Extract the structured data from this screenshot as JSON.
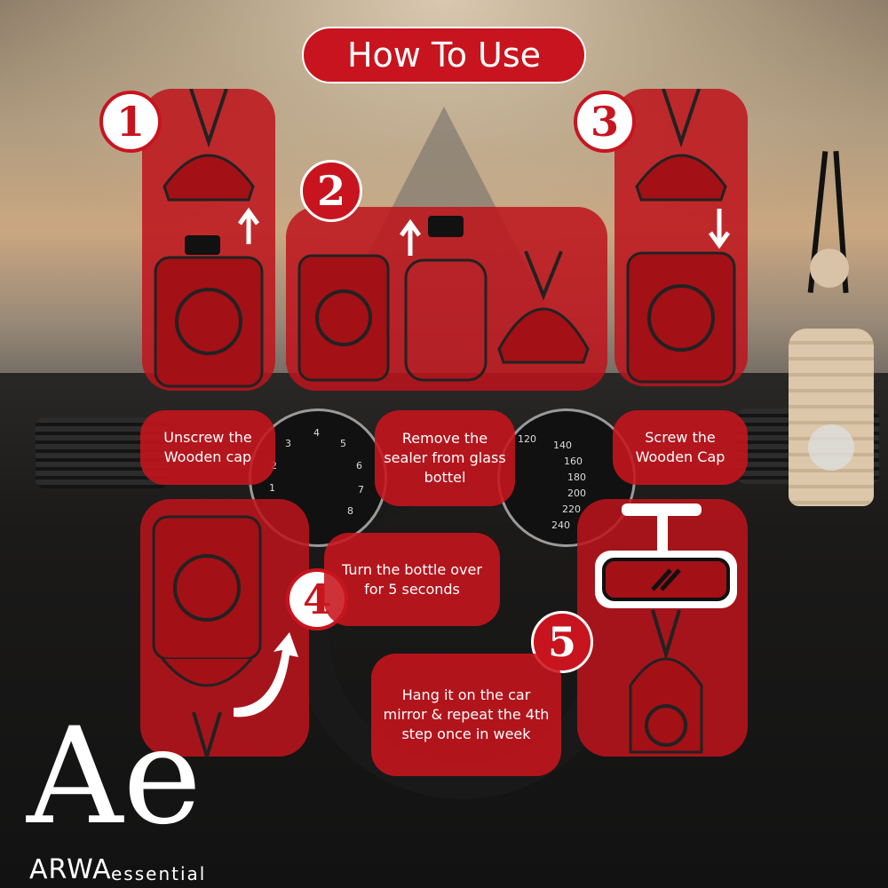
{
  "title": "How To Use",
  "steps": [
    {
      "number": "1",
      "text": "Unscrew the Wooden cap"
    },
    {
      "number": "2",
      "text": "Remove the sealer from glass bottel"
    },
    {
      "number": "3",
      "text": "Screw the Wooden Cap"
    },
    {
      "number": "4",
      "text": "Turn the bottle over for 5 seconds"
    },
    {
      "number": "5",
      "text": "Hang it on the car mirror & repeat the 4th step once in week"
    }
  ],
  "gauge_left": {
    "labels": [
      "1",
      "2",
      "3",
      "4",
      "5",
      "6",
      "7",
      "8"
    ]
  },
  "gauge_right": {
    "labels": [
      "120",
      "140",
      "160",
      "180",
      "200",
      "220",
      "240"
    ]
  },
  "logo": {
    "monogram": "Ae",
    "brand": "ARWA",
    "suffix": "essential"
  },
  "colors": {
    "accent": "#c8141e",
    "panel": "#be141c",
    "text": "#ffffff",
    "wood": "#d8c3a8"
  }
}
